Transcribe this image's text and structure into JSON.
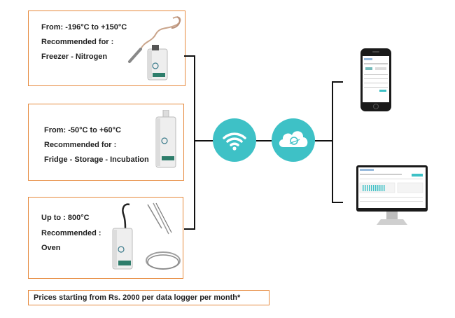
{
  "cards": [
    {
      "lines": [
        "From: -196°C to +150°C",
        "Recommended for :",
        "Freezer - Nitrogen"
      ]
    },
    {
      "lines": [
        "From: -50°C to +60°C",
        "Recommended for :",
        "Fridge - Storage - Incubation"
      ]
    },
    {
      "lines": [
        "Up to : 800°C",
        "Recommended :",
        "Oven"
      ]
    }
  ],
  "price_note": "Prices starting from Rs. 2000 per data logger per month*",
  "icons": {
    "wifi": "wifi-icon",
    "cloud": "cloud-icon",
    "phone": "smartphone-icon",
    "monitor": "desktop-monitor-icon"
  },
  "colors": {
    "accent_orange": "#e6893c",
    "circle_teal": "#3ec1c6",
    "connector": "#111111",
    "logger_body": "#eeeeee",
    "logger_band": "#2e7d6b"
  }
}
